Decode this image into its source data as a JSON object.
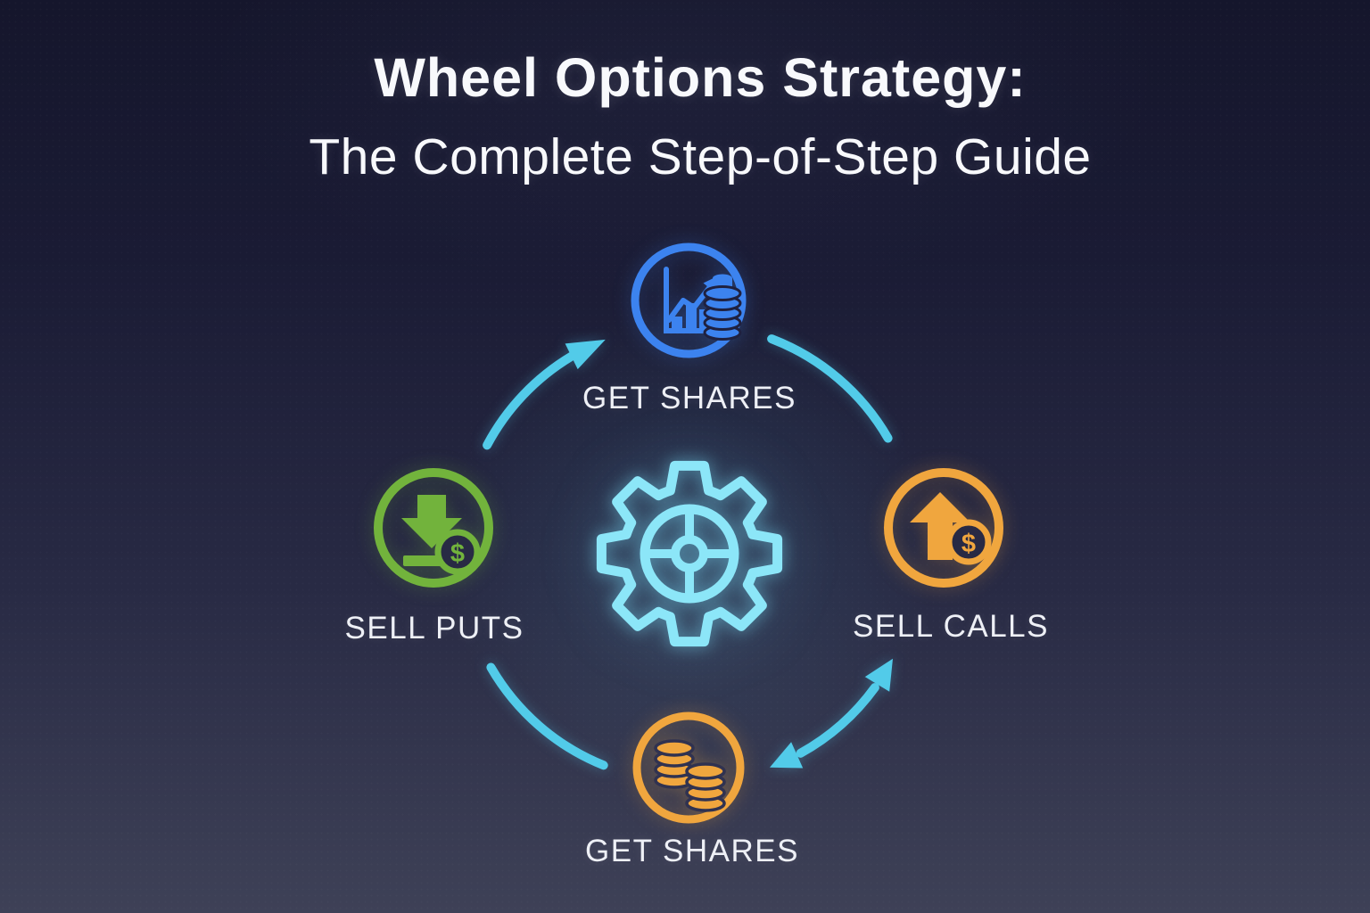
{
  "title": {
    "line1": "Wheel Options Strategy:",
    "line2": "The Complete Step-of-Step Guide"
  },
  "glyphs": {
    "dollar": "$"
  },
  "diagram": {
    "center_icon": "gear-icon",
    "flow": "circular-clockwise",
    "nodes": [
      {
        "position": "top",
        "label": "GET SHARES",
        "icon": "bar-chart-growth-coins-icon",
        "accent_color": "#3c83ef"
      },
      {
        "position": "right",
        "label": "SELL CALLS",
        "icon": "arrow-up-dollar-icon",
        "accent_color": "#f0a63e"
      },
      {
        "position": "bottom",
        "label": "GET SHARES",
        "icon": "coin-stacks-icon",
        "accent_color": "#f0a63e"
      },
      {
        "position": "left",
        "label": "SELL PUTS",
        "icon": "arrow-down-dollar-icon",
        "accent_color": "#72b33c"
      }
    ]
  },
  "colors": {
    "background_top": "#15162c",
    "background_bottom": "#3e4157",
    "blue": "#3c83ef",
    "green": "#72b33c",
    "orange": "#f0a63e",
    "arrow_cyan": "#52cbe9",
    "gear_cyan": "#8ce6f8",
    "title_text": "#f8f9fc",
    "label_text": "#eef0f6"
  }
}
